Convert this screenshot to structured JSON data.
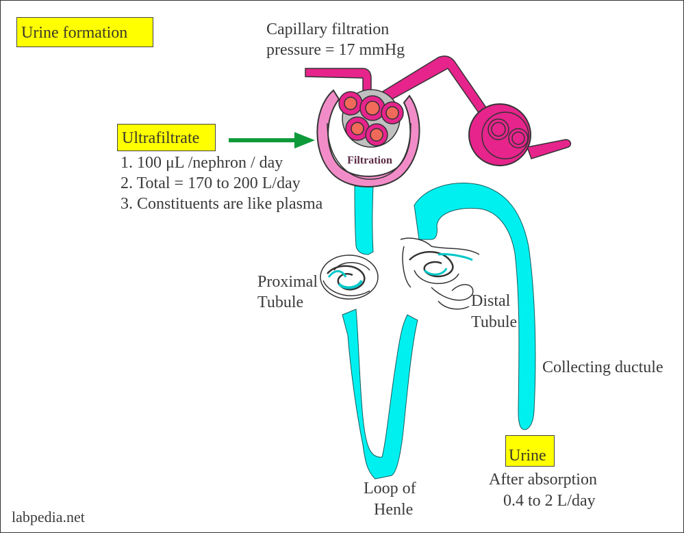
{
  "title": "Urine formation",
  "capillary": {
    "line1": "Capillary filtration",
    "line2": "pressure = 17 mmHg"
  },
  "ultrafiltrate": {
    "label": "Ultrafiltrate",
    "items": [
      "1. 100 μL /nephron / day",
      "2. Total = 170 to 200 L/day",
      "3. Constituents are like plasma"
    ]
  },
  "glomerulus": {
    "label": "Filtration"
  },
  "proximal": {
    "line1": "Proximal",
    "line2": "Tubule"
  },
  "distal": {
    "line1": "Distal",
    "line2": "Tubule"
  },
  "collecting": {
    "label": "Collecting ductule"
  },
  "loop": {
    "line1": "Loop of",
    "line2": "Henle"
  },
  "urine": {
    "label": "Urine",
    "line1": "After absorption",
    "line2": "0.4 to 2 L/day"
  },
  "watermark": "labpedia.net",
  "colors": {
    "highlight": "#ffff00",
    "tubule": "#00f0f0",
    "vessel": "#e6248c",
    "capsule": "#f28cc8",
    "rbc": "#f46a5a",
    "arrow": "#0f9a3a"
  }
}
